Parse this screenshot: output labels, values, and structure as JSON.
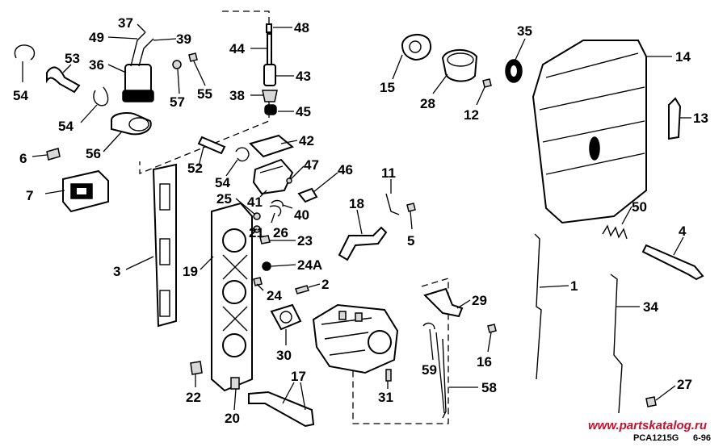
{
  "callouts": {
    "c1": "1",
    "c2": "2",
    "c3": "3",
    "c4": "4",
    "c5": "5",
    "c6": "6",
    "c7": "7",
    "c11": "11",
    "c12": "12",
    "c13": "13",
    "c14": "14",
    "c15": "15",
    "c16": "16",
    "c17": "17",
    "c18": "18",
    "c19": "19",
    "c20": "20",
    "c21": "21",
    "c22": "22",
    "c23": "23",
    "c24": "24",
    "c24a": "24A",
    "c25": "25",
    "c26": "26",
    "c27": "27",
    "c28": "28",
    "c29": "29",
    "c30": "30",
    "c31": "31",
    "c34": "34",
    "c35": "35",
    "c36": "36",
    "c37": "37",
    "c38": "38",
    "c39": "39",
    "c40": "40",
    "c41": "41",
    "c42": "42",
    "c43": "43",
    "c44": "44",
    "c45": "45",
    "c46": "46",
    "c47": "47",
    "c48": "48",
    "c49": "49",
    "c50": "50",
    "c52": "52",
    "c53": "53",
    "c54a": "54",
    "c54b": "54",
    "c54c": "54",
    "c55": "55",
    "c56": "56",
    "c57": "57",
    "c58": "58",
    "c59": "59"
  },
  "footer": {
    "watermark": "www.partskatalog.ru",
    "diagram_code": "PCA1215G",
    "date_code": "6-96"
  }
}
